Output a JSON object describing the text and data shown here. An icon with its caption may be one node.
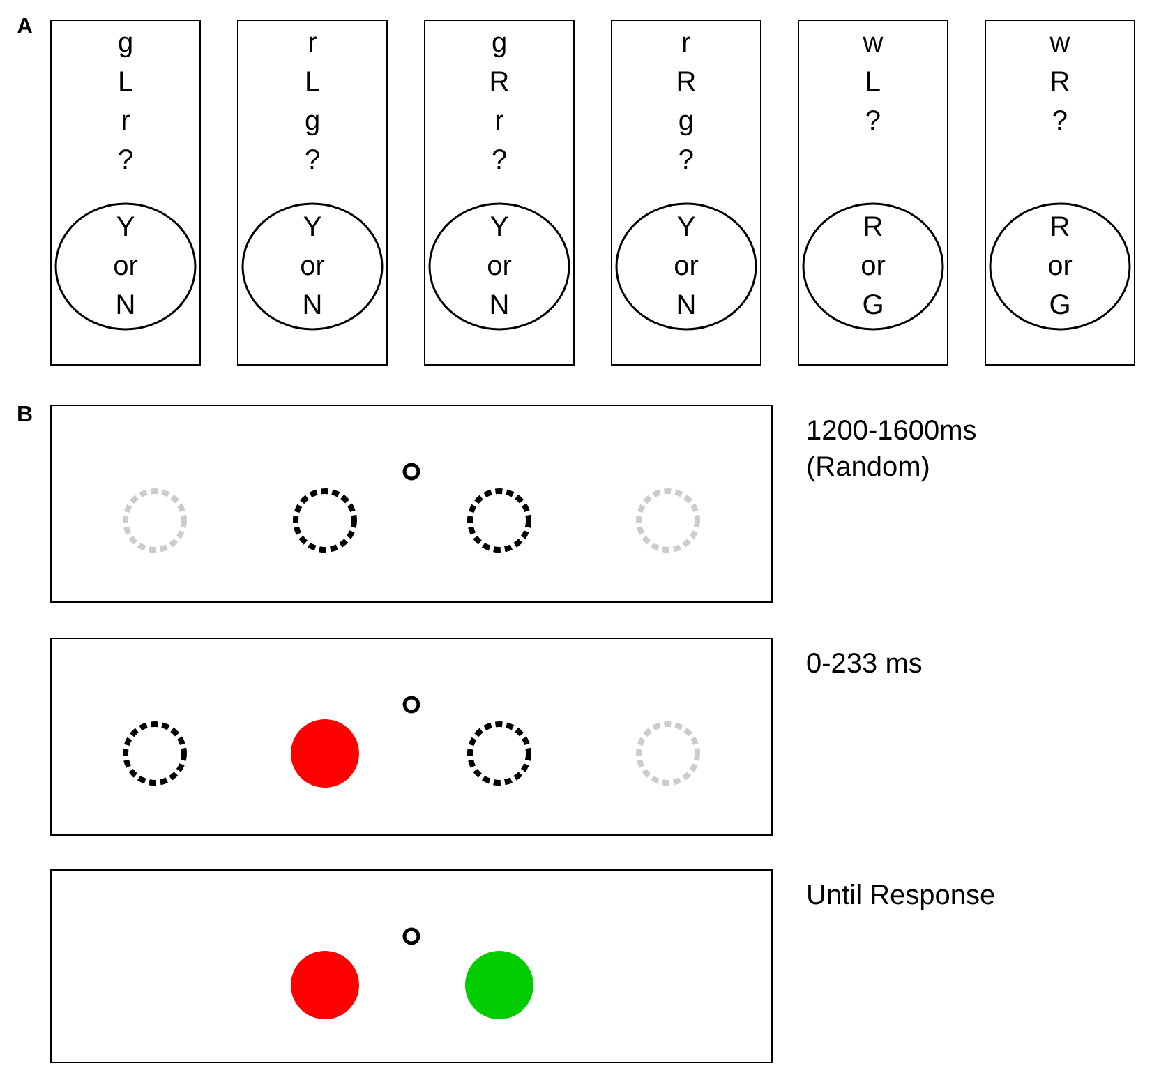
{
  "diagram": {
    "nodes": [
      {
        "text": [
          "g L r ?"
        ]
      },
      {
        "text": [
          "Y or N"
        ],
        "in": 0
      },
      {
        "text": [
          "r L g ?"
        ]
      },
      {
        "text": [
          "Y or N"
        ],
        "in": 2
      },
      {
        "text": [
          "g R r ?"
        ]
      },
      {
        "text": [
          "Y or N"
        ],
        "in": 4
      },
      {
        "text": [
          "r R g ?"
        ]
      },
      {
        "text": [
          "Y or N"
        ],
        "in": 6
      },
      {
        "text": [
          "w L ?"
        ]
      },
      {
        "text": [
          "R or G"
        ],
        "in": 8
      },
      {
        "text": [
          "w R ?"
        ]
      },
      {
        "text": [
          "R or G"
        ],
        "in": 10
      },
      {
        "text": [],
        "shape": "box",
        "beside": [
          "1200-1600ms (Random)"
        ]
      },
      {
        "text": [],
        "shape": "box",
        "beside": [
          "0-233 ms"
        ]
      },
      {
        "text": [],
        "shape": "box",
        "beside": [
          "Until Response"
        ]
      }
    ],
    "edges": [],
    "labels": [
      "A",
      "B"
    ]
  }
}
